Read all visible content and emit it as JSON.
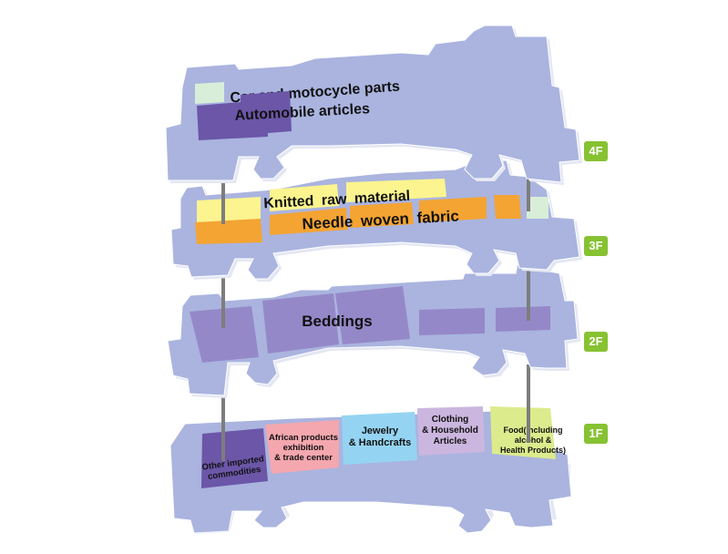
{
  "colors": {
    "floor": "#aab4df",
    "floor_shadow": "#e4e7f3",
    "automobile": "#6b56a8",
    "car_parts": "#d9eed8",
    "knitted": "#fbf48f",
    "needle": "#f4a433",
    "beddings": "#9588c8",
    "other_imported": "#6b56a8",
    "african": "#f4a7ae",
    "jewelry": "#94d4f2",
    "clothing": "#cbb6df",
    "food": "#dceb8c",
    "badge": "#86c231",
    "pole": "#7d7d7d"
  },
  "floors": [
    {
      "id": "4F",
      "label": "4F",
      "areas": [
        "Car and motocycle parts",
        "Automobile articles"
      ]
    },
    {
      "id": "3F",
      "label": "3F",
      "areas": [
        "Knitted raw material",
        "Needle woven fabric"
      ]
    },
    {
      "id": "2F",
      "label": "2F",
      "areas": [
        "Beddings"
      ]
    },
    {
      "id": "1F",
      "label": "1F",
      "areas": [
        "Other imported commodities",
        "African products exhibition & trade center",
        "Jewelry & Handcrafts",
        "Clothing & Household Articles",
        "Food(including alcohol & Health Products)"
      ]
    }
  ],
  "labels": {
    "car_parts": "Car and motocycle parts",
    "automobile": "Automobile articles",
    "knitted": "Knitted raw material",
    "needle": "Needle woven fabric",
    "beddings": "Beddings",
    "other_imported_1": "Other imported",
    "other_imported_2": "commodities",
    "african_1": "African products",
    "african_2": "exhibition",
    "african_3": "& trade center",
    "jewelry_1": "Jewelry",
    "jewelry_2": "& Handcrafts",
    "clothing_1": "Clothing",
    "clothing_2": "& Household",
    "clothing_3": "Articles",
    "food_1": "Food(including",
    "food_2": "alcohol &",
    "food_3": "Health Products)"
  }
}
